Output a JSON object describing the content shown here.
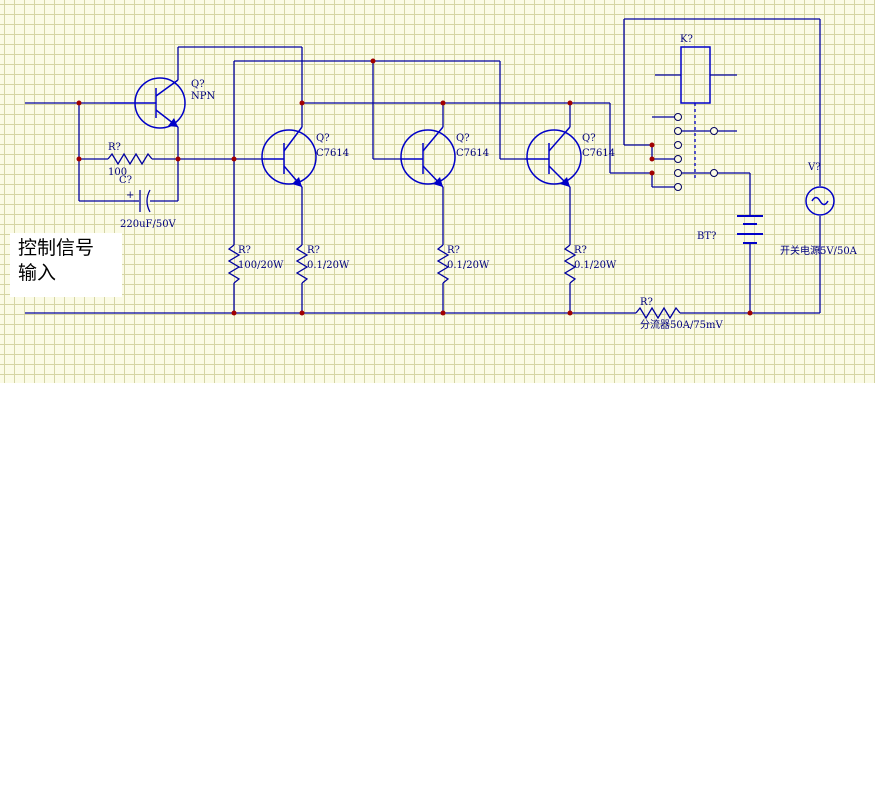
{
  "diagram": {
    "note": "控制信号\n输入",
    "labels": {
      "q1_ref": "Q?",
      "q1_type": "NPN",
      "q2_ref": "Q?",
      "q2_type": "C7614",
      "q3_ref": "Q?",
      "q3_type": "C7614",
      "q4_ref": "Q?",
      "q4_type": "C7614",
      "r1_ref": "R?",
      "r1_val": "100",
      "c1_ref": "C?",
      "c1_val": "220uF/50V",
      "c1_plus": "+",
      "r2_ref": "R?",
      "r2_val": "100/20W",
      "r3_ref": "R?",
      "r3_val": "0.1/20W",
      "r4_ref": "R?",
      "r4_val": "0.1/20W",
      "r5_ref": "R?",
      "r5_val": "0.1/20W",
      "k_ref": "K?",
      "bt_ref": "BT?",
      "v_ref": "V?",
      "v_val": "开关电源5V/50A",
      "shunt_ref": "R?",
      "shunt_val": "分流器50A/75mV"
    },
    "colors": {
      "wire": "#0000a0",
      "component": "#0000c8",
      "junction": "#a00000",
      "text": "#000080",
      "grid": "#d5d5a4",
      "background": "#fbfbe6"
    }
  }
}
